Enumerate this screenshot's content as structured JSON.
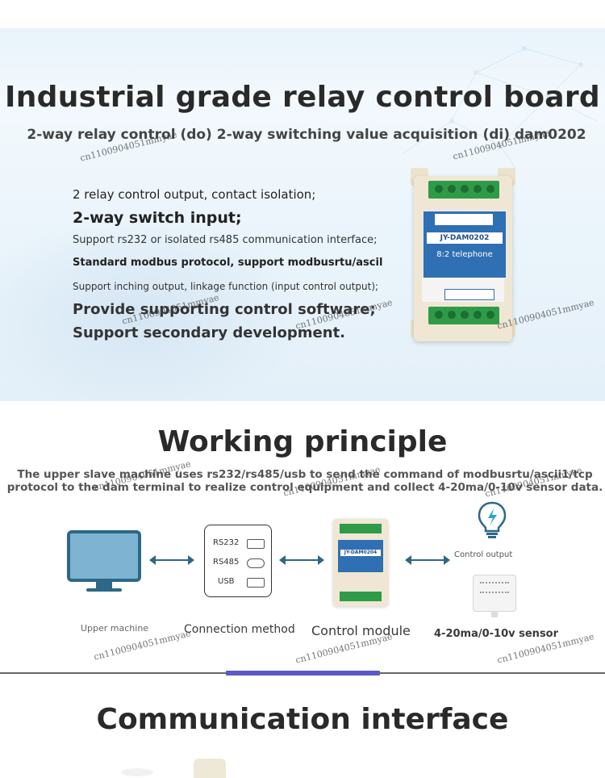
{
  "hero": {
    "title": "Industrial grade relay control board",
    "subtitle": "2-way relay control (do) 2-way switching value acquisition (di) dam0202",
    "features": [
      "2 relay control output, contact isolation;",
      "2-way switch input;",
      "Support rs232 or isolated rs485 communication interface;",
      "Standard modbus protocol, support modbusrtu/ascil",
      "Support inching output, linkage function (input control output);",
      "Provide supporting control software;",
      "Support secondary development."
    ],
    "device": {
      "model": "JY-DAM0202",
      "caption": "8:2 telephone"
    }
  },
  "principle": {
    "title": "Working principle",
    "description_line1": "The upper slave machine uses rs232/rs485/usb to send the command of modbusrtu/ascii1/tcp",
    "description_line2": "protocol to the dam terminal to realize control equipment and collect 4-20ma/0-10v sensor data.",
    "connections": [
      "RS232",
      "RS485",
      "USB"
    ],
    "module_model": "JY-DAM0204",
    "labels": {
      "upper_machine": "Upper machine",
      "connection_method": "Connection method",
      "control_module": "Control module",
      "control_output": "Control output",
      "sensor": "4-20ma/0-10v sensor"
    }
  },
  "communication": {
    "title": "Communication interface"
  },
  "watermark": "cn1100904051mmyae",
  "colors": {
    "device_blue": "#2f6fb3",
    "terminal_green": "#2f9a48",
    "icon_teal": "#2c6887",
    "divider_accent": "#5a5ac8"
  }
}
